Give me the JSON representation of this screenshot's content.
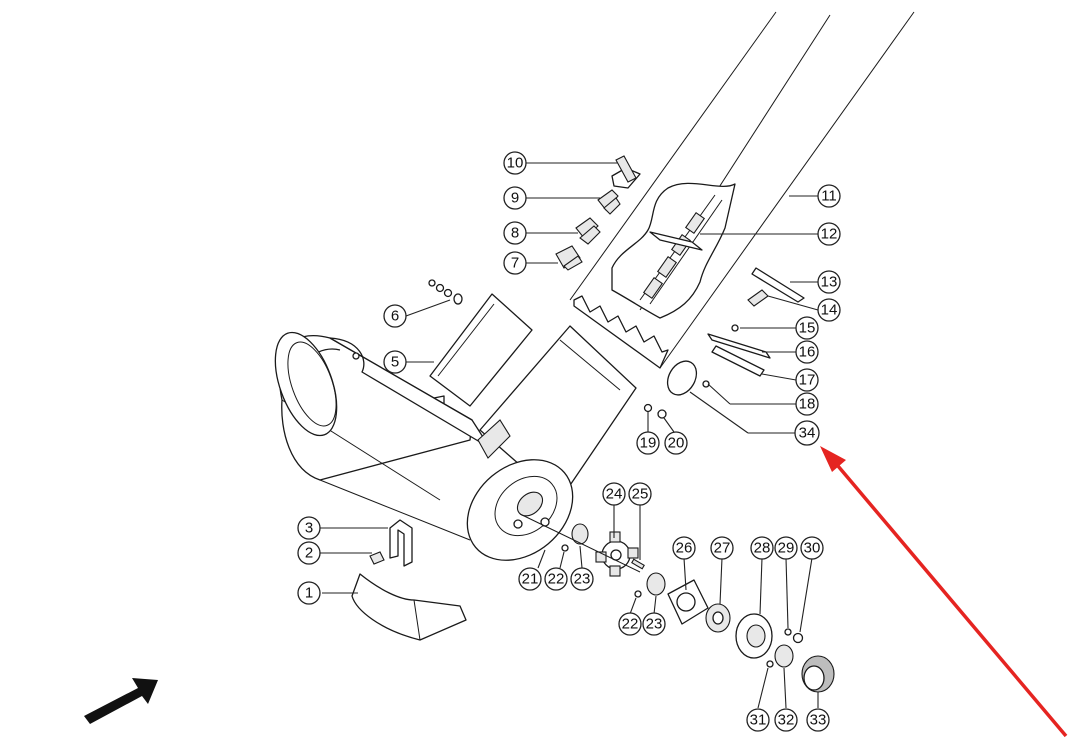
{
  "highlight_color": "#8db33a",
  "pointer_arrow_color": "#e52421",
  "callouts": [
    {
      "n": "1"
    },
    {
      "n": "2"
    },
    {
      "n": "3"
    },
    {
      "n": "5"
    },
    {
      "n": "6"
    },
    {
      "n": "7"
    },
    {
      "n": "8"
    },
    {
      "n": "9"
    },
    {
      "n": "10"
    },
    {
      "n": "11"
    },
    {
      "n": "12"
    },
    {
      "n": "13"
    },
    {
      "n": "14"
    },
    {
      "n": "15"
    },
    {
      "n": "16"
    },
    {
      "n": "17"
    },
    {
      "n": "18"
    },
    {
      "n": "19"
    },
    {
      "n": "20"
    },
    {
      "n": "21"
    },
    {
      "n": "22"
    },
    {
      "n": "23"
    },
    {
      "n": "24"
    },
    {
      "n": "25"
    },
    {
      "n": "26"
    },
    {
      "n": "27"
    },
    {
      "n": "28"
    },
    {
      "n": "29"
    },
    {
      "n": "30"
    },
    {
      "n": "22"
    },
    {
      "n": "23"
    },
    {
      "n": "31"
    },
    {
      "n": "32"
    },
    {
      "n": "33"
    },
    {
      "n": "34",
      "highlighted": true
    }
  ]
}
